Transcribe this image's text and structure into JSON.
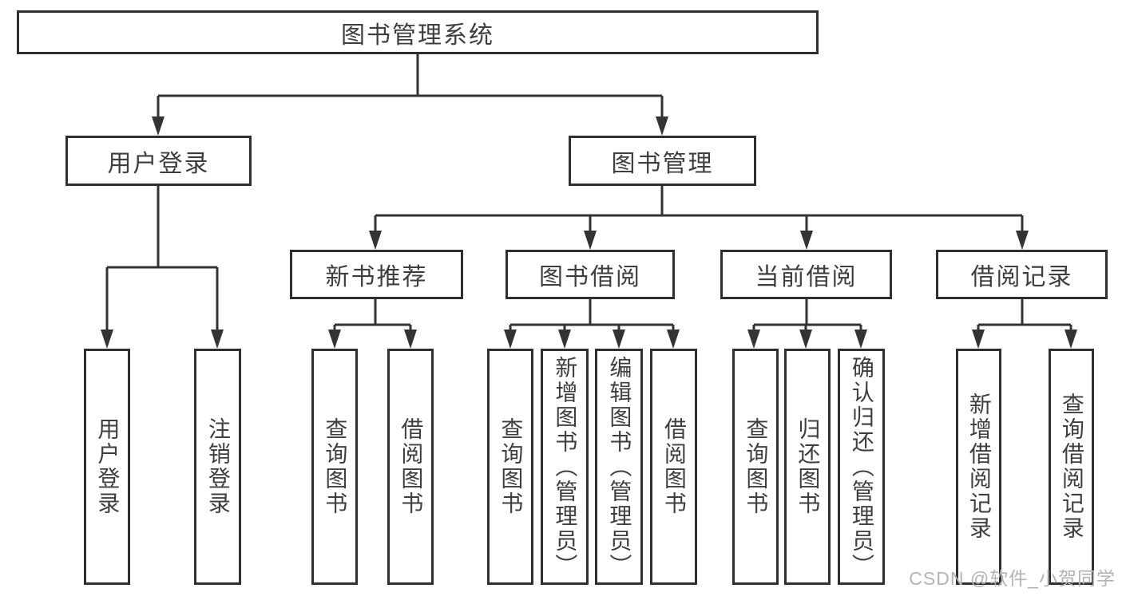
{
  "diagram_title": "图书管理系统",
  "tree": {
    "label": "图书管理系统",
    "children": [
      {
        "label": "用户登录",
        "children": [
          {
            "label": "用户登录"
          },
          {
            "label": "注销登录"
          }
        ]
      },
      {
        "label": "图书管理",
        "children": [
          {
            "label": "新书推荐",
            "children": [
              {
                "label": "查询图书"
              },
              {
                "label": "借阅图书"
              }
            ]
          },
          {
            "label": "图书借阅",
            "children": [
              {
                "label": "查询图书"
              },
              {
                "label": "新增图书（管理员）"
              },
              {
                "label": "编辑图书（管理员）"
              },
              {
                "label": "借阅图书"
              }
            ]
          },
          {
            "label": "当前借阅",
            "children": [
              {
                "label": "查询图书"
              },
              {
                "label": "归还图书"
              },
              {
                "label": "确认归还（管理员）"
              }
            ]
          },
          {
            "label": "借阅记录",
            "children": [
              {
                "label": "新增借阅记录"
              },
              {
                "label": "查询借阅记录"
              }
            ]
          }
        ]
      }
    ]
  },
  "watermark": "CSDN @软件_小贺同学",
  "colors": {
    "box_border": "#2f2f2f",
    "connector": "#333333",
    "text": "#3e3e3e",
    "watermark": "#b3b3b3",
    "background": "#ffffff"
  }
}
